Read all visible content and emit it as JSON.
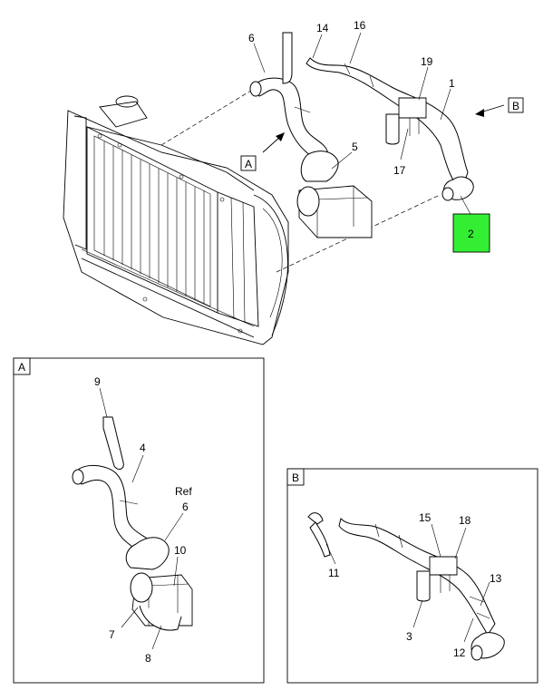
{
  "callouts": {
    "main": {
      "c6": "6",
      "c14": "14",
      "c16": "16",
      "c19": "19",
      "c1": "1",
      "c5": "5",
      "c17": "17",
      "c2": "2",
      "viewA": "A",
      "viewB": "B"
    },
    "detailA": {
      "title": "A",
      "c9": "9",
      "c4": "4",
      "ref": "Ref",
      "c6": "6",
      "c10": "10",
      "c7": "7",
      "c8": "8"
    },
    "detailB": {
      "title": "B",
      "c11": "11",
      "c15": "15",
      "c18": "18",
      "c13": "13",
      "c3": "3",
      "c12": "12"
    }
  },
  "colors": {
    "highlight": "#33ee33",
    "stroke": "#000000",
    "background": "#ffffff"
  }
}
